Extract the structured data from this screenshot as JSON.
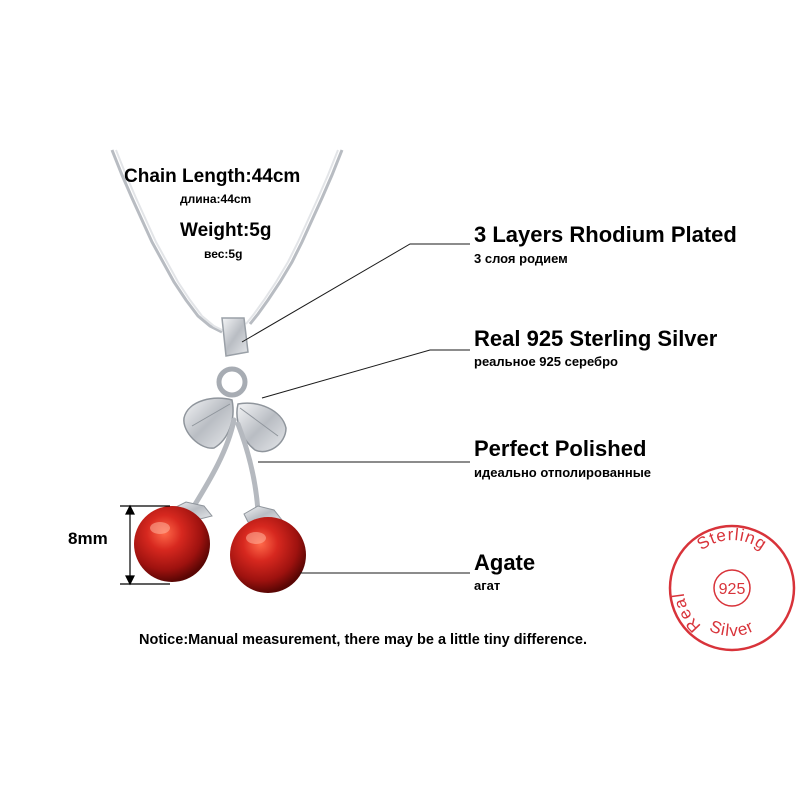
{
  "specs": {
    "chain_length": "Chain Length:44cm",
    "chain_length_ru": "длина:44cm",
    "weight": "Weight:5g",
    "weight_ru": "вес:5g"
  },
  "features": [
    {
      "title": "3 Layers Rhodium Plated",
      "subtitle": "3 слоя родием"
    },
    {
      "title": "Real 925 Sterling Silver",
      "subtitle": "реальное 925 серебро"
    },
    {
      "title": "Perfect Polished",
      "subtitle": "идеально отполированные"
    },
    {
      "title": "Agate",
      "subtitle": "агат"
    }
  ],
  "dimension_label": "8mm",
  "notice": "Notice:Manual measurement, there may be a little tiny difference.",
  "stamp": {
    "word_left": "Real",
    "word_top": "Sterling",
    "word_right": "Silver",
    "number": "925",
    "color": "#d8333a"
  },
  "colors": {
    "silver": "#c9ccd1",
    "gem": "#c8201c"
  }
}
